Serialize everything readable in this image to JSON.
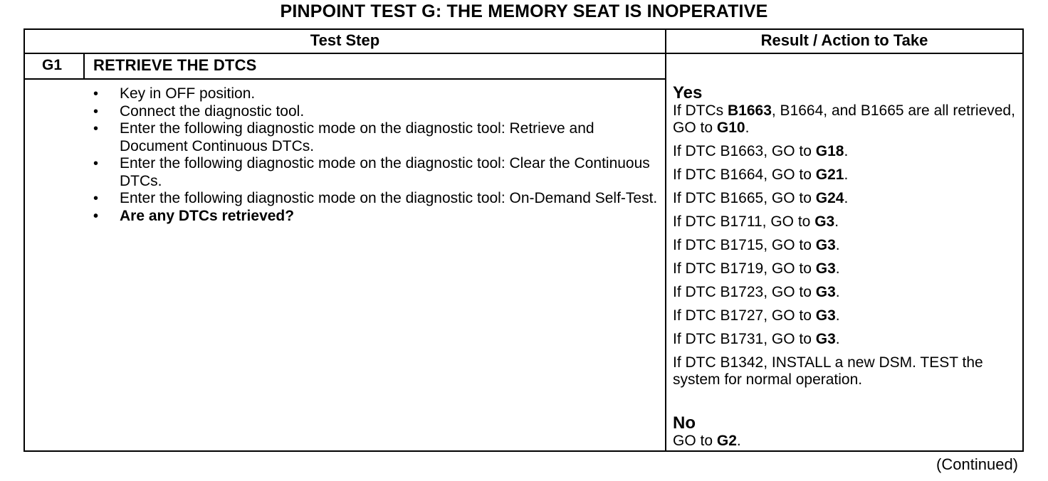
{
  "title": "PINPOINT TEST  G: THE MEMORY SEAT IS INOPERATIVE",
  "headers": {
    "test_step": "Test Step",
    "result": "Result / Action to Take"
  },
  "step": {
    "id": "G1",
    "title": "RETRIEVE THE DTCS",
    "bullets": [
      "Key in OFF position.",
      "Connect the diagnostic tool.",
      "Enter the following diagnostic mode on the diagnostic tool: Retrieve and Document Continuous DTCs.",
      "Enter the following diagnostic mode on the diagnostic tool: Clear the Continuous DTCs.",
      "Enter the following diagnostic mode on the diagnostic tool: On-Demand Self-Test."
    ],
    "question": "Are any DTCs retrieved?"
  },
  "result": {
    "yes_label": "Yes",
    "yes_lines": [
      {
        "pre": "If DTCs ",
        "b1": "B1663",
        "mid1": ", B1664, and B1665 are all retrieved, GO to ",
        "target": "G10",
        "post": "."
      },
      {
        "pre": "If DTC B1663, GO to ",
        "target": "G18",
        "post": "."
      },
      {
        "pre": "If DTC B1664, GO to ",
        "target": "G21",
        "post": "."
      },
      {
        "pre": "If DTC B1665, GO to ",
        "target": "G24",
        "post": "."
      },
      {
        "pre": "If DTC B1711, GO to ",
        "target": "G3",
        "post": "."
      },
      {
        "pre": "If DTC B1715, GO to ",
        "target": "G3",
        "post": "."
      },
      {
        "pre": "If DTC B1719, GO to ",
        "target": "G3",
        "post": "."
      },
      {
        "pre": "If DTC B1723, GO to ",
        "target": "G3",
        "post": "."
      },
      {
        "pre": "If DTC B1727, GO to ",
        "target": "G3",
        "post": "."
      },
      {
        "pre": "If DTC B1731, GO to ",
        "target": "G3",
        "post": "."
      },
      {
        "pre": "If DTC B1342, INSTALL a new DSM. TEST the system for normal operation.",
        "target": "",
        "post": ""
      }
    ],
    "no_label": "No",
    "no_line": {
      "pre": "GO to ",
      "target": "G2",
      "post": "."
    }
  },
  "continued": "(Continued)"
}
